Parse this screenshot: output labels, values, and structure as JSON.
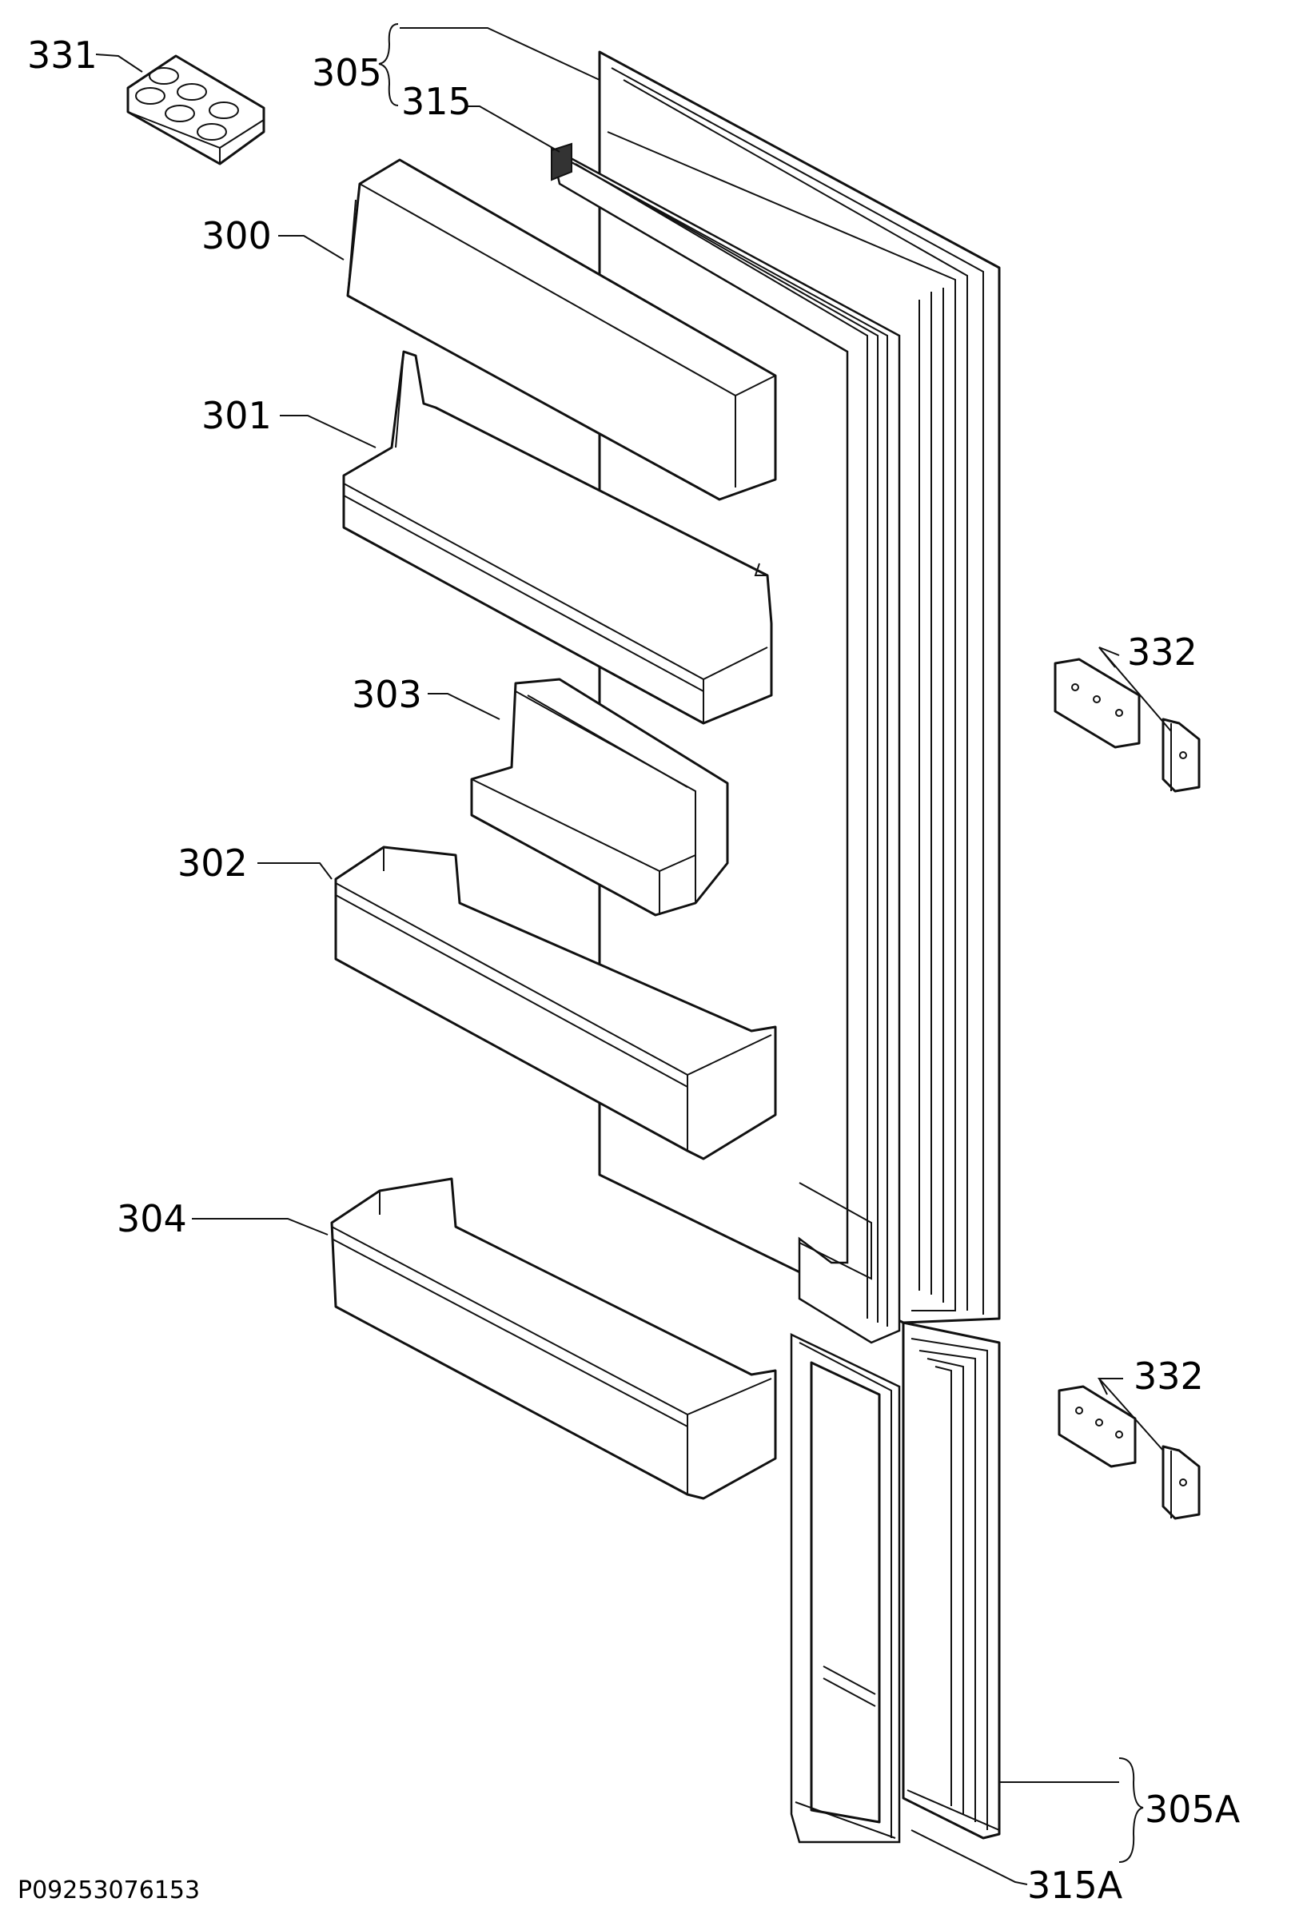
{
  "labels": {
    "p331": "331",
    "p305": "305",
    "p315": "315",
    "p300": "300",
    "p301": "301",
    "p303": "303",
    "p302": "302",
    "p304": "304",
    "p332a": "332",
    "p332b": "332",
    "p315a": "315A",
    "p305a": "305A"
  },
  "reference": "P09253076153"
}
